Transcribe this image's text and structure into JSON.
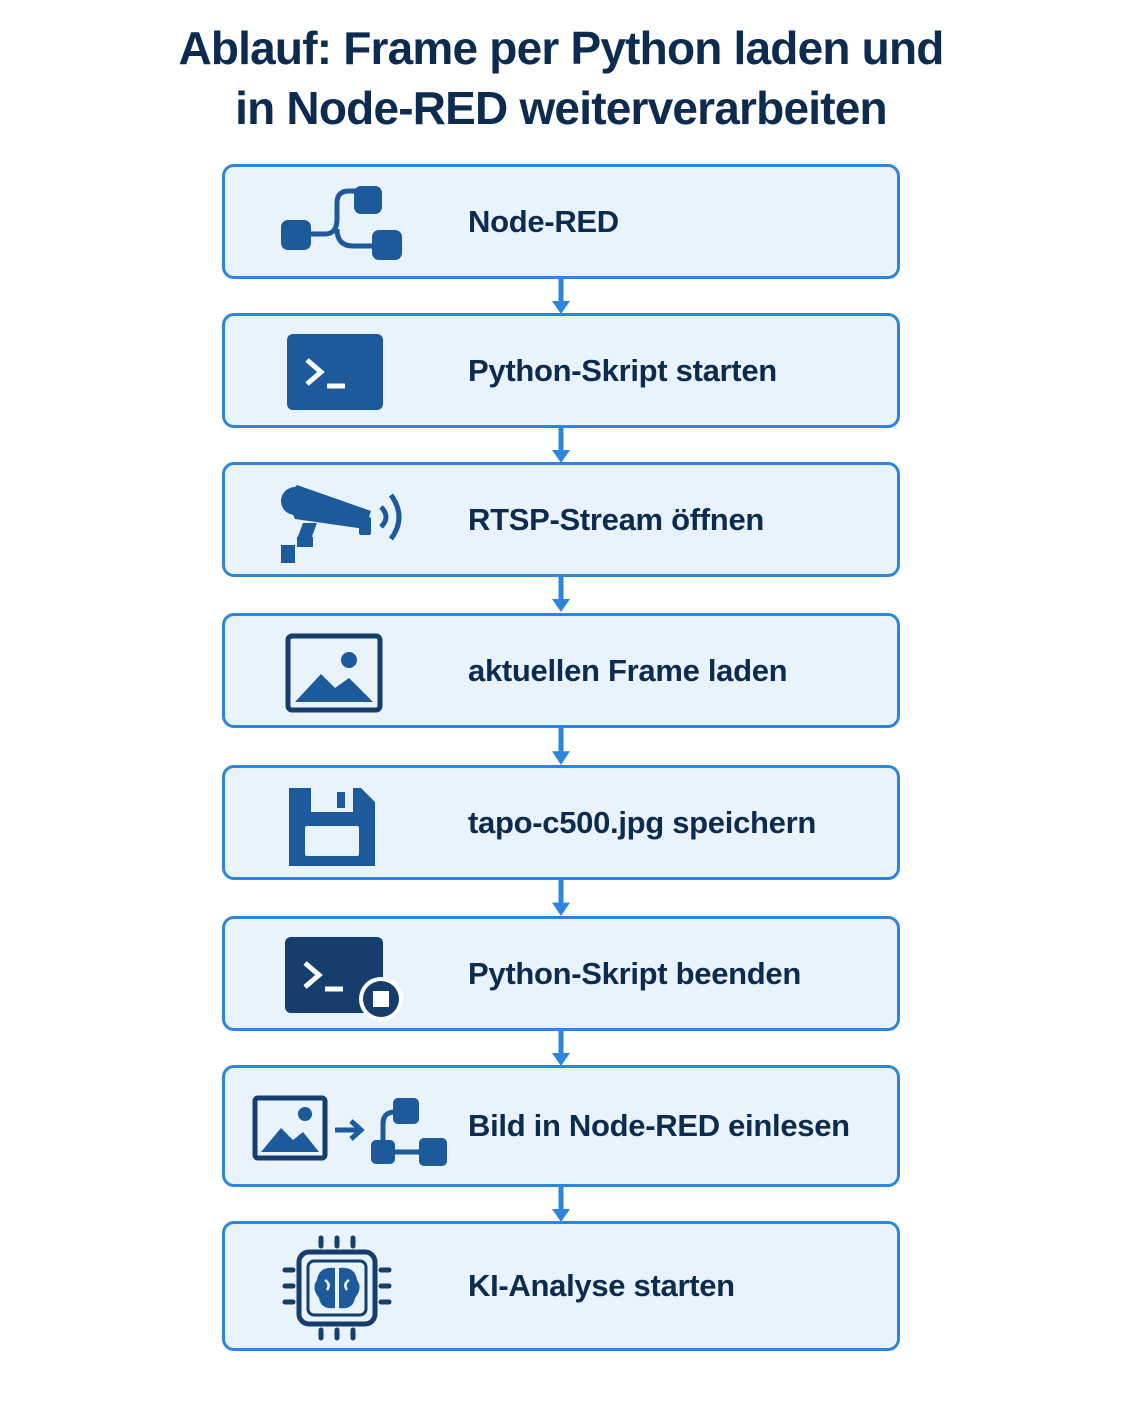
{
  "title": {
    "line1": "Ablauf: Frame per Python laden und",
    "line2": "in Node-RED weiterverarbeiten"
  },
  "steps": [
    {
      "label": "Node-RED",
      "icon": "node-red-flow-icon"
    },
    {
      "label": "Python-Skript starten",
      "icon": "terminal-icon"
    },
    {
      "label": "RTSP-Stream öffnen",
      "icon": "security-camera-icon"
    },
    {
      "label": "aktuellen Frame laden",
      "icon": "image-icon"
    },
    {
      "label": "tapo-c500.jpg speichern",
      "icon": "floppy-disk-icon"
    },
    {
      "label": "Python-Skript beenden",
      "icon": "terminal-stop-icon"
    },
    {
      "label": "Bild in Node-RED einlesen",
      "icon": "image-to-flow-icon"
    },
    {
      "label": "KI-Analyse starten",
      "icon": "ai-chip-icon"
    }
  ],
  "colors": {
    "title": "#0d2a4f",
    "box_fill": "#e8f3fc",
    "box_border": "#2d86dc",
    "icon": "#1d5a9c",
    "icon_dark": "#163e6d",
    "arrow": "#2d86dc"
  }
}
